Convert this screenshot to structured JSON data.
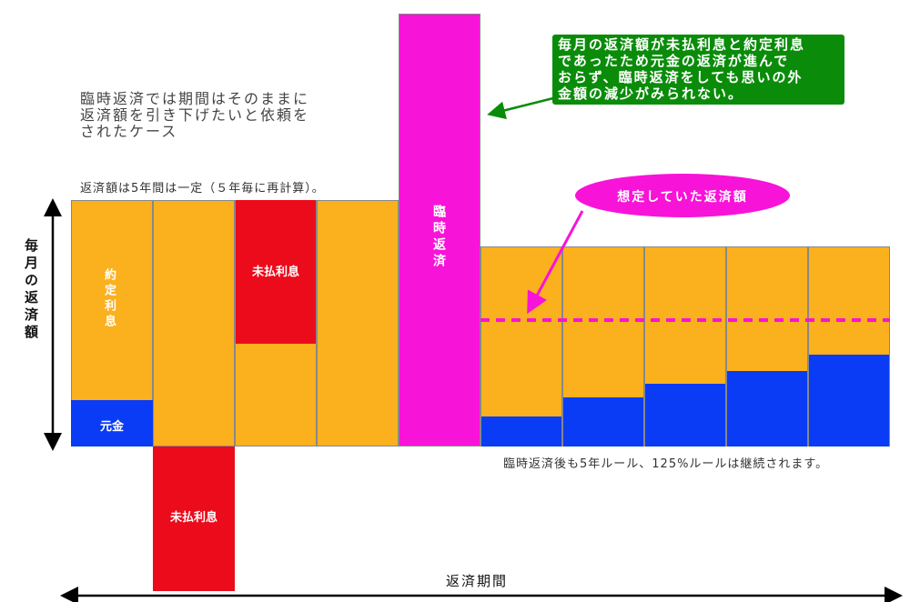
{
  "intro": {
    "line1": "臨時返済では期間はそのままに",
    "line2": "返済額を引き下げたいと依頼を",
    "line3": "されたケース"
  },
  "fixed_note": "返済額は5年間は一定（５年毎に再計算）。",
  "y_axis_label": "毎月の返済額",
  "x_axis_label": "返済期間",
  "labels": {
    "contract_interest": "約定利息",
    "principal": "元金",
    "unpaid_interest": "未払利息",
    "prepayment": "臨時返済"
  },
  "callout_green": {
    "line1": "毎月の返済額が未払利息と約定利息",
    "line2": "であったため元金の返済が進んで",
    "line3": "おらず、臨時返済をしても思いの外",
    "line4": "金額の減少がみられない。"
  },
  "callout_pink": "想定していた返済額",
  "after_note": "臨時返済後も5年ルール、125%ルールは継続されます。",
  "colors": {
    "orange": "#fbb01e",
    "red": "#eb0b1b",
    "blue": "#0a3cf5",
    "magenta": "#f813d8",
    "green": "#0a8c0a"
  }
}
